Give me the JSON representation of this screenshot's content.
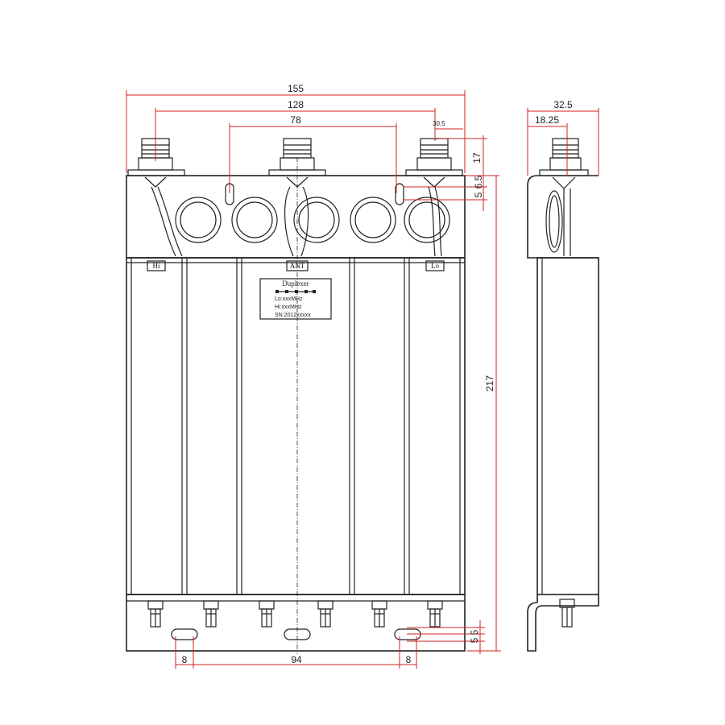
{
  "dimensions": {
    "overall_width": "155",
    "connector_outer": "128",
    "connector_inner": "78",
    "connector_offset": "30.5",
    "connector_height": "17",
    "slot_offset_a": "6.5",
    "slot_offset_b": "5",
    "overall_height": "217",
    "side_depth": "32.5",
    "side_connector": "18.25",
    "mount_slot_a": "5",
    "mount_slot_b": "5",
    "mount_width_left": "8",
    "mount_span": "94",
    "mount_width_right": "8"
  },
  "ports": {
    "hi": "Hi",
    "ant": "ANT",
    "lo": "Lo"
  },
  "nameplate": {
    "title": "Duplexer",
    "lo_line": "Lo:xxxMHz",
    "hi_line": "Hi:xxxMHz",
    "sn_line": "SN:2012xxxxx"
  }
}
